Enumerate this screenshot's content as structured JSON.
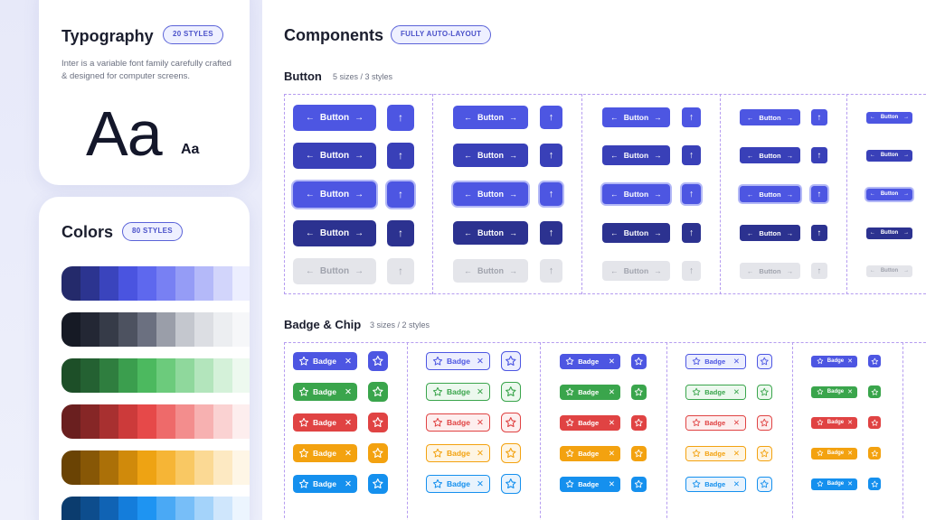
{
  "typography": {
    "title": "Typography",
    "pill": "20 STYLES",
    "description": "Inter is a variable font family carefully crafted & designed for computer screens.",
    "sample_large": "Aa",
    "sample_small": "Aa"
  },
  "colors": {
    "title": "Colors",
    "pill": "80 STYLES",
    "palettes": [
      {
        "name": "indigo",
        "shades": [
          "#242a6b",
          "#2c3490",
          "#3a44bd",
          "#4a54e0",
          "#5e68ee",
          "#7880f3",
          "#959cf6",
          "#b4b9f9",
          "#d2d5fb",
          "#eceefe"
        ]
      },
      {
        "name": "gray",
        "shades": [
          "#161a25",
          "#232734",
          "#363b48",
          "#4d5260",
          "#6b7080",
          "#9a9ea9",
          "#c4c7ce",
          "#dcdee3",
          "#eceef1",
          "#f6f7f9"
        ]
      },
      {
        "name": "green",
        "shades": [
          "#1d4f28",
          "#246132",
          "#2f7e3f",
          "#3b9e4e",
          "#4cb95f",
          "#6ccb7c",
          "#8fd89c",
          "#b3e5bc",
          "#d4f1d9",
          "#edf9ef"
        ]
      },
      {
        "name": "red",
        "shades": [
          "#6a1f1f",
          "#862626",
          "#a83030",
          "#cc3a3a",
          "#e64949",
          "#ee6a6a",
          "#f38d8d",
          "#f7b1b1",
          "#fad2d2",
          "#fdeeee"
        ]
      },
      {
        "name": "amber",
        "shades": [
          "#6a4304",
          "#875706",
          "#ab7008",
          "#d08a0b",
          "#eea313",
          "#f6b536",
          "#f9c863",
          "#fbd994",
          "#fde9c2",
          "#fef6e6"
        ]
      },
      {
        "name": "blue",
        "shades": [
          "#0b3c6e",
          "#0d4d8d",
          "#1063b4",
          "#147ddb",
          "#1e94f2",
          "#4aa9f5",
          "#77bef8",
          "#a4d3fa",
          "#cfe6fc",
          "#ecf5fe"
        ]
      }
    ]
  },
  "components": {
    "title": "Components",
    "pill": "FULLY AUTO-LAYOUT"
  },
  "button_section": {
    "title": "Button",
    "subtitle": "5 sizes / 3 styles",
    "label": "Button",
    "states": [
      {
        "name": "default",
        "color": "#4d56e2",
        "text": "#ffffff"
      },
      {
        "name": "hover",
        "color": "#3940b8",
        "text": "#ffffff"
      },
      {
        "name": "focus",
        "color": "#4d56e2",
        "text": "#ffffff"
      },
      {
        "name": "pressed",
        "color": "#2c3290",
        "text": "#ffffff"
      },
      {
        "name": "disabled",
        "color": "#e4e5ea",
        "text": "#a0a3ad"
      }
    ]
  },
  "badge_section": {
    "title": "Badge & Chip",
    "subtitle": "3 sizes / 2 styles",
    "label": "Badge",
    "rows": [
      {
        "name": "indigo",
        "solid": "#4d56e2",
        "light": "#eceefe"
      },
      {
        "name": "green",
        "solid": "#3aa54c",
        "light": "#ecf8ee"
      },
      {
        "name": "red",
        "solid": "#e04343",
        "light": "#fdeeee"
      },
      {
        "name": "amber",
        "solid": "#f3a210",
        "light": "#fef5e3"
      },
      {
        "name": "blue",
        "solid": "#1590ee",
        "light": "#e8f3fd"
      }
    ]
  }
}
